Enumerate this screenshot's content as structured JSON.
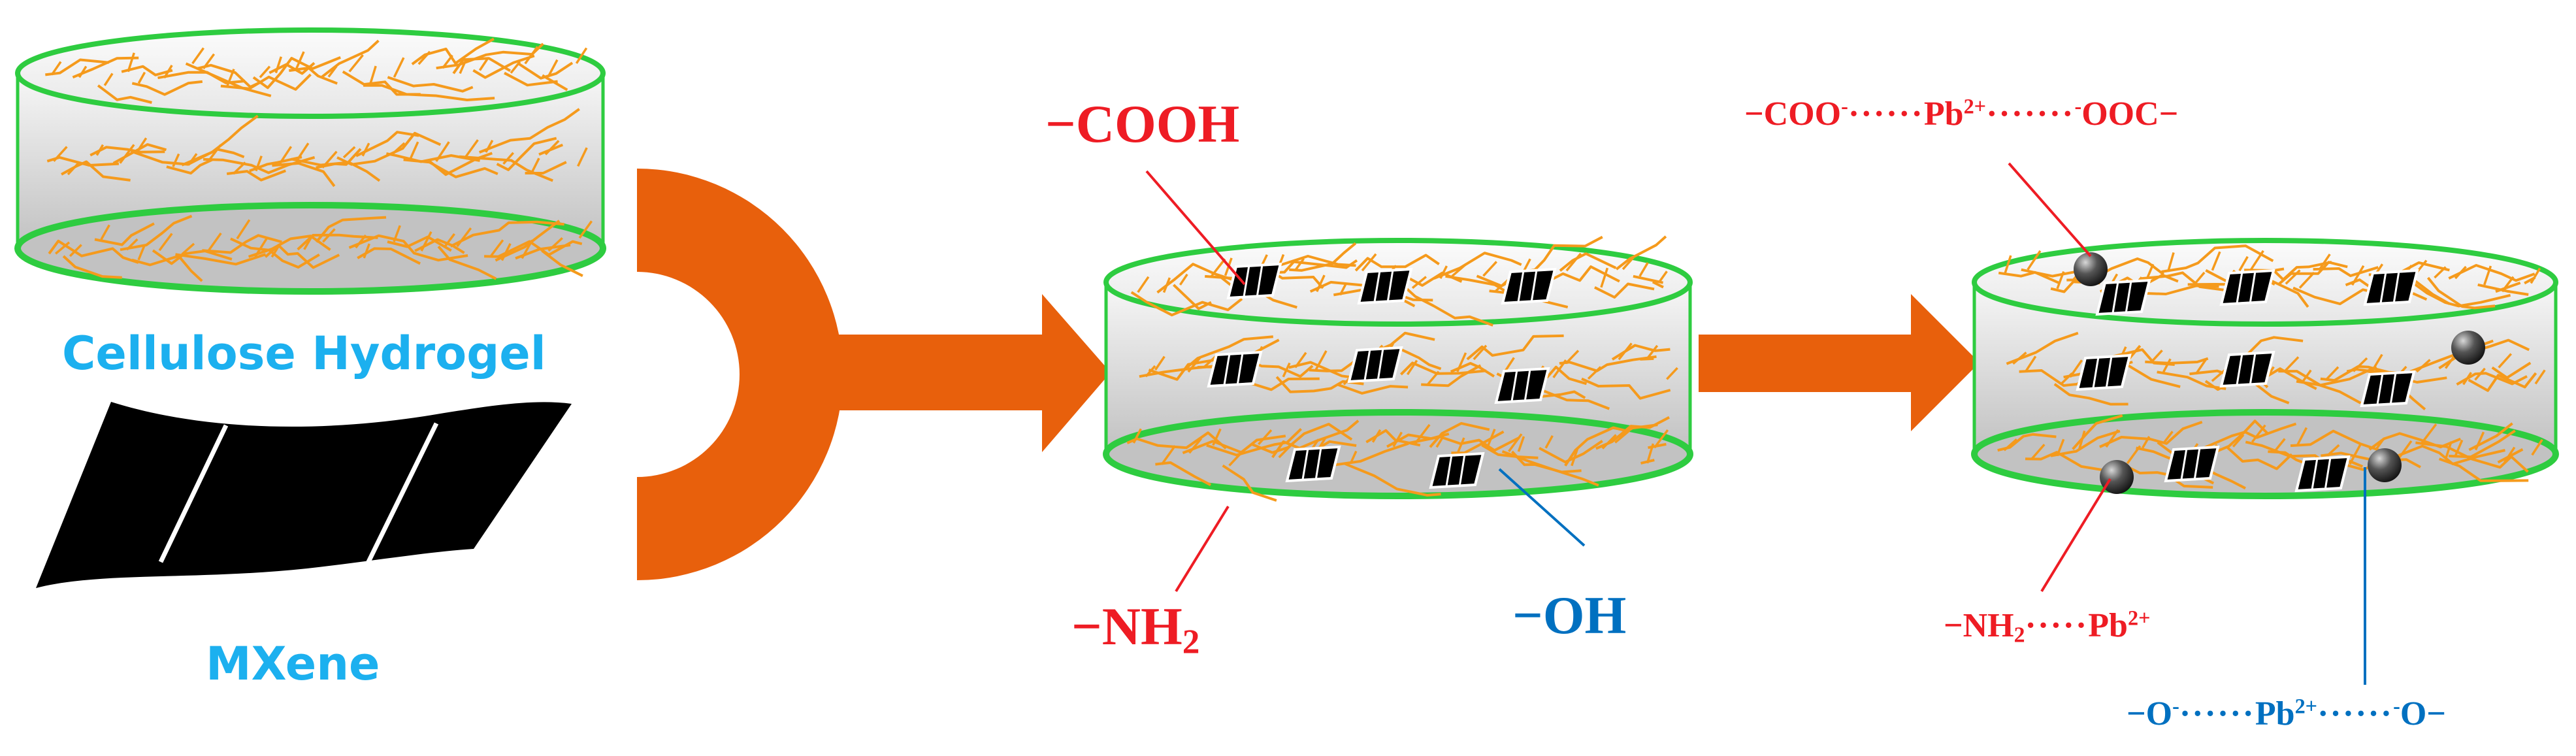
{
  "colors": {
    "hydrogel_rim": "#2ecc40",
    "fiber": "#f59a1c",
    "arrow": "#e8600c",
    "mxene": "#000000",
    "lead_ion": "#3a3a3a",
    "label_red": "#ee1c24",
    "label_blue": "#0070c0",
    "title_cyan": "#1cb0ef"
  },
  "icons": [
    "hydrogel-disc-icon",
    "mxene-sheet-icon",
    "combine-bracket-icon",
    "process-arrow-icon",
    "lead-ion-icon"
  ],
  "titles": {
    "cellulose_hydrogel": "Cellulose Hydrogel",
    "mxene": "MXene"
  },
  "composite": {
    "cooh": "−COOH",
    "nh2_prefix": "−NH",
    "nh2_sub": "2",
    "oh": "−OH"
  },
  "adsorbed": {
    "coo_pb": {
      "left": "−COO",
      "left_charge": "-",
      "dots1": "······",
      "ion": "Pb",
      "ion_charge": "2+",
      "dots2": "·······",
      "right_charge": "-",
      "right": "OOC−"
    },
    "nh2_pb": {
      "prefix": "−NH",
      "sub": "2",
      "dots": "·····",
      "ion": "Pb",
      "ion_charge": "2+"
    },
    "o_pb": {
      "left": "−O",
      "left_charge": "-",
      "dots1": "······",
      "ion": "Pb",
      "ion_charge": "2+",
      "dots2": "······",
      "right_charge": "-",
      "right": "O−"
    }
  }
}
